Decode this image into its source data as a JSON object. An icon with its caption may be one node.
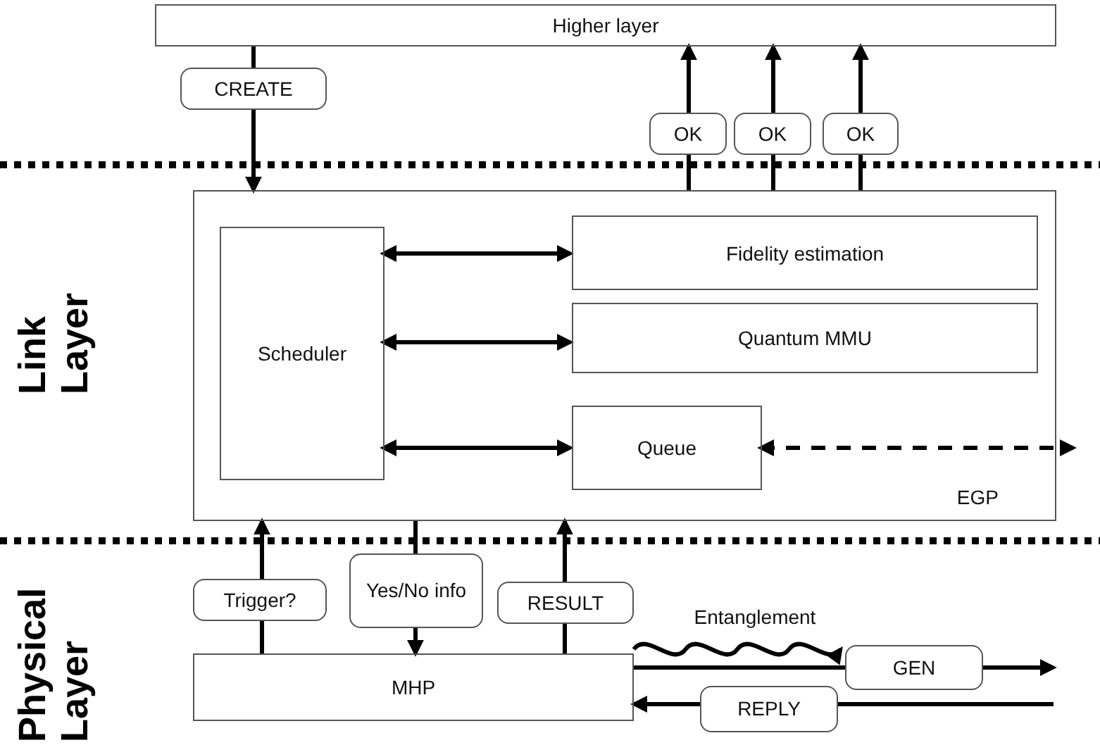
{
  "diagram": {
    "nodes": [
      {
        "text": [
          "Higher layer"
        ]
      },
      {
        "text": [
          "EGP"
        ]
      },
      {
        "text": [
          "Scheduler"
        ],
        "in": 1
      },
      {
        "text": [
          "Fidelity estimation"
        ],
        "in": 1
      },
      {
        "text": [
          "Quantum MMU"
        ],
        "in": 1
      },
      {
        "text": [
          "Queue"
        ],
        "in": 1
      },
      {
        "text": [
          "MHP"
        ]
      }
    ],
    "edges": [
      {
        "from": 0,
        "to": 1,
        "arrow": "to",
        "label": "CREATE"
      },
      {
        "from": 1,
        "to": 0,
        "arrow": "to",
        "label": "OK"
      },
      {
        "from": 1,
        "to": 0,
        "arrow": "to",
        "label": "OK"
      },
      {
        "from": 1,
        "to": 0,
        "arrow": "to",
        "label": "OK"
      },
      {
        "from": 2,
        "to": 3,
        "arrow": "both"
      },
      {
        "from": 2,
        "to": 4,
        "arrow": "both"
      },
      {
        "from": 2,
        "to": 5,
        "arrow": "both"
      },
      {
        "from": 5,
        "to": null,
        "arrow": "both",
        "style": "dashed"
      },
      {
        "from": 6,
        "to": 1,
        "arrow": "to",
        "label": "Trigger?"
      },
      {
        "from": 1,
        "to": 6,
        "arrow": "to",
        "label": "Yes/No info"
      },
      {
        "from": 6,
        "to": 1,
        "arrow": "to",
        "label": "RESULT"
      },
      {
        "from": 6,
        "to": null,
        "arrow": "to",
        "label": "Entanglement"
      },
      {
        "from": 6,
        "to": null,
        "arrow": "to",
        "label": "GEN"
      },
      {
        "from": null,
        "to": 6,
        "arrow": "to",
        "label": "REPLY"
      }
    ],
    "labels": [
      "Link Layer",
      "Physical Layer"
    ]
  }
}
